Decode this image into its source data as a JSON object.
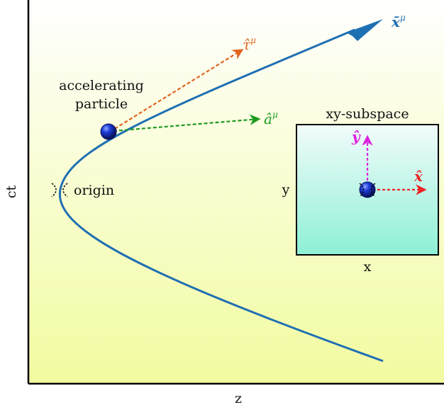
{
  "axes": {
    "x_label": "z",
    "y_label": "ct"
  },
  "annotations": {
    "accelerating_line1": "accelerating",
    "accelerating_line2": "particle",
    "origin": "origin"
  },
  "vectors": {
    "tau": {
      "base": "τ̂",
      "sup": "μ",
      "color": "#e0641c"
    },
    "a": {
      "base": "â",
      "sup": "μ",
      "color": "#1f9a1f"
    },
    "xbar": {
      "base": "x̄",
      "sup": "μ",
      "color": "#1f6fb3"
    }
  },
  "inset": {
    "title": "xy-subspace",
    "x_label": "x",
    "y_label": "y",
    "x_hat": "x̂",
    "y_hat": "ŷ",
    "x_hat_color": "#ee2222",
    "y_hat_color": "#dd22dd"
  },
  "colors": {
    "worldline": "#1f6fb3",
    "background_top": "#ffffff",
    "background_bottom": "#f2fba0",
    "inset_top": "#f2fbfb",
    "inset_bottom": "#8ef0d6"
  }
}
